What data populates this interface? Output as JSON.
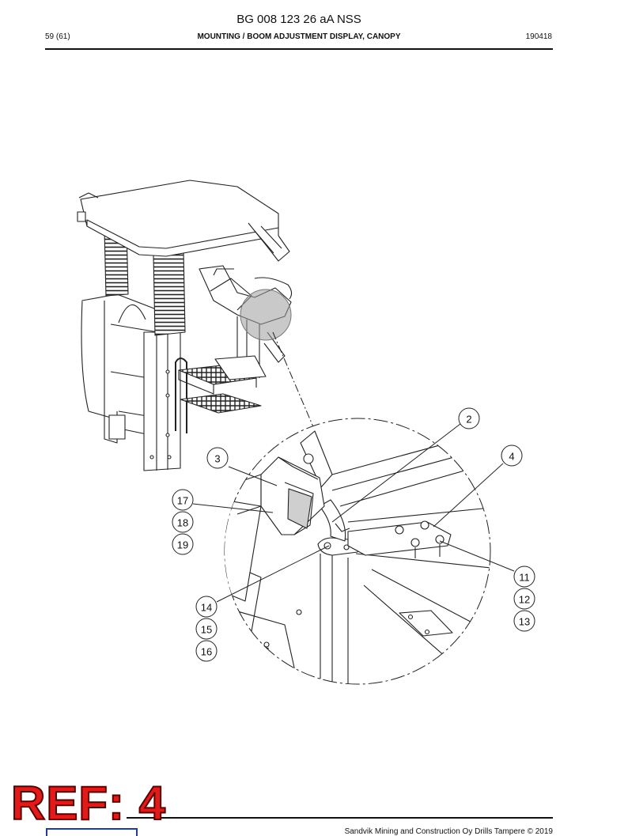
{
  "header": {
    "doc_number": "BG 008 123 26 aA NSS",
    "page": "59 (61)",
    "section": "MOUNTING / BOOM ADJUSTMENT DISPLAY, CANOPY",
    "date": "190418"
  },
  "footer": {
    "copyright": "Sandvik Mining and Construction Oy Drills Tampere © 2019"
  },
  "stamp": {
    "text": "REF: 4",
    "color": "#e11a1a"
  },
  "callouts": {
    "c2": "2",
    "c3": "3",
    "c4": "4",
    "c11": "11",
    "c12": "12",
    "c13": "13",
    "c14": "14",
    "c15": "15",
    "c16": "16",
    "c17": "17",
    "c18": "18",
    "c19": "19"
  }
}
